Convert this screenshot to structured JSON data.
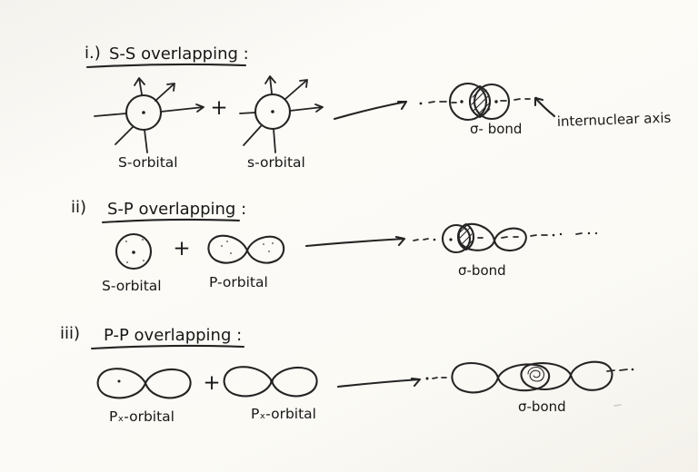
{
  "palette": {
    "paper": "#fbfaf6",
    "ink": "#242424"
  },
  "sections": [
    {
      "marker": "i.)",
      "title": "S-S overlapping :",
      "plus": "+",
      "left_orbital_label": "S-orbital",
      "right_orbital_label": "s-orbital",
      "result_label": "σ- bond",
      "axis_label": "internuclear axis"
    },
    {
      "marker": "ii)",
      "title": "S-P overlapping :",
      "plus": "+",
      "left_orbital_label": "S-orbital",
      "right_orbital_label": "P-orbital",
      "result_label": "σ-bond"
    },
    {
      "marker": "iii)",
      "title": "P-P overlapping :",
      "plus": "+",
      "left_orbital_label": "Pₓ-orbital",
      "right_orbital_label": "Pₓ-orbital",
      "result_label": "σ-bond"
    }
  ]
}
